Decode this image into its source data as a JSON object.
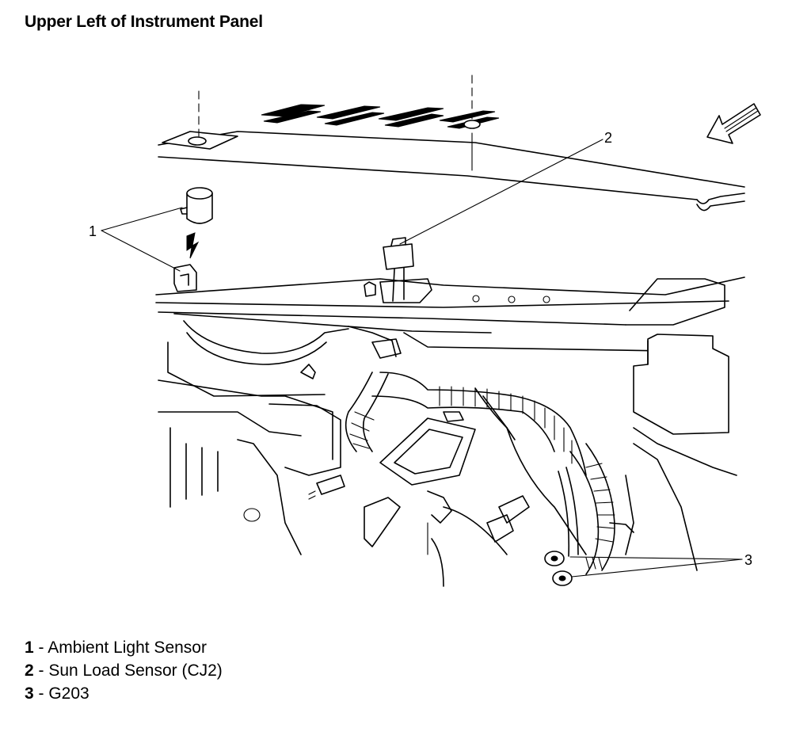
{
  "title": "Upper Left of Instrument Panel",
  "callouts": [
    "1",
    "2",
    "3"
  ],
  "legend": [
    {
      "num": "1",
      "text": " - Ambient Light Sensor"
    },
    {
      "num": "2",
      "text": " - Sun Load Sensor (CJ2)"
    },
    {
      "num": "3",
      "text": " - G203"
    }
  ]
}
